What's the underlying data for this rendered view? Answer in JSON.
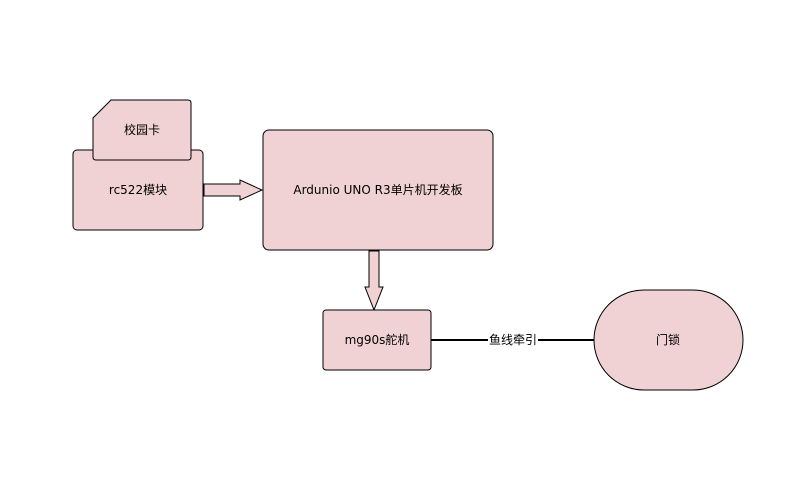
{
  "diagram": {
    "nodes": {
      "campus_card": {
        "label": "校园卡",
        "shape": "card"
      },
      "rc522": {
        "label": "rc522模块",
        "shape": "rounded-rect"
      },
      "arduino": {
        "label": "Ardunio UNO R3单片机开发板",
        "shape": "rounded-rect"
      },
      "servo": {
        "label": "mg90s舵机",
        "shape": "rounded-rect"
      },
      "door_lock": {
        "label": "门锁",
        "shape": "ellipse-rect"
      }
    },
    "edges": [
      {
        "from": "rc522",
        "to": "arduino",
        "style": "block-arrow"
      },
      {
        "from": "arduino",
        "to": "servo",
        "style": "block-arrow"
      },
      {
        "from": "servo",
        "to": "door_lock",
        "style": "line",
        "label": "鱼线牵引"
      }
    ],
    "colors": {
      "node_fill": "#f0d2d4",
      "stroke": "#000000",
      "background": "#ffffff"
    }
  }
}
